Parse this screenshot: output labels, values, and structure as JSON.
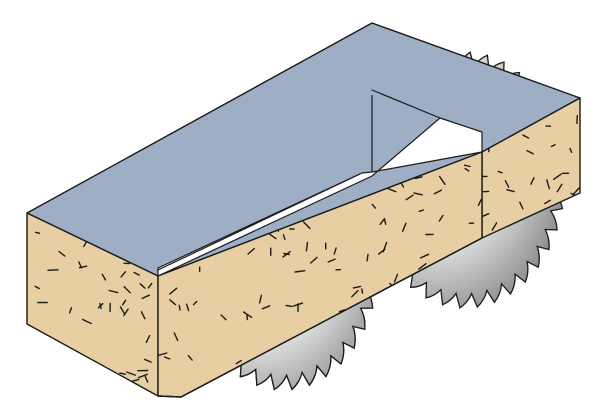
{
  "diagram": {
    "subject": "",
    "colors": {
      "top_face": "#9eaec4",
      "wood_face": "#e8cfa3",
      "wood_face_dark": "#ddc091",
      "outline": "#1a1a1a",
      "speckle": "#1a1a1a",
      "blade_light": "#ffffff",
      "blade_mid": "#dcdcdc",
      "blade_dark": "#8c8c8c"
    },
    "blades": {
      "count": 2,
      "front_teeth": 34,
      "back_teeth": 36
    }
  }
}
